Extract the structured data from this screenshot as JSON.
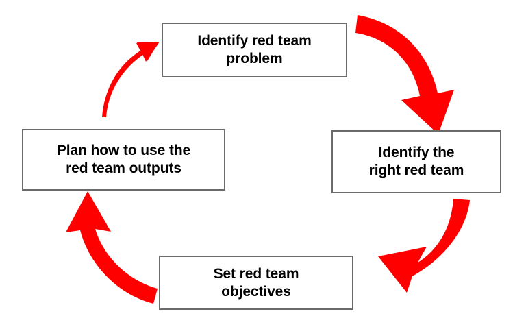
{
  "diagram": {
    "type": "cycle",
    "title": "",
    "background_color": "#ffffff",
    "node_border_color": "#6b6b6b",
    "node_fill_color": "#ffffff",
    "node_text_color": "#000000",
    "arrow_color": "#ff0000",
    "nodes": [
      {
        "id": "problem",
        "label": "Identify red team\nproblem",
        "position": "top"
      },
      {
        "id": "team",
        "label": "Identify the\nright red team",
        "position": "right"
      },
      {
        "id": "objectives",
        "label": "Set red team\nobjectives",
        "position": "bottom"
      },
      {
        "id": "outputs",
        "label": "Plan how to use the\nred team outputs",
        "position": "left"
      }
    ],
    "arrows": [
      {
        "id": "problem-to-team",
        "from": "problem",
        "to": "team",
        "style": "thick-curved",
        "color": "#ff0000"
      },
      {
        "id": "team-to-objectives",
        "from": "team",
        "to": "objectives",
        "style": "thick-curved",
        "color": "#ff0000"
      },
      {
        "id": "objectives-to-outputs",
        "from": "objectives",
        "to": "outputs",
        "style": "thick-curved",
        "color": "#ff0000"
      },
      {
        "id": "outputs-to-problem",
        "from": "outputs",
        "to": "problem",
        "style": "thin-curved",
        "color": "#ff0000"
      }
    ]
  }
}
